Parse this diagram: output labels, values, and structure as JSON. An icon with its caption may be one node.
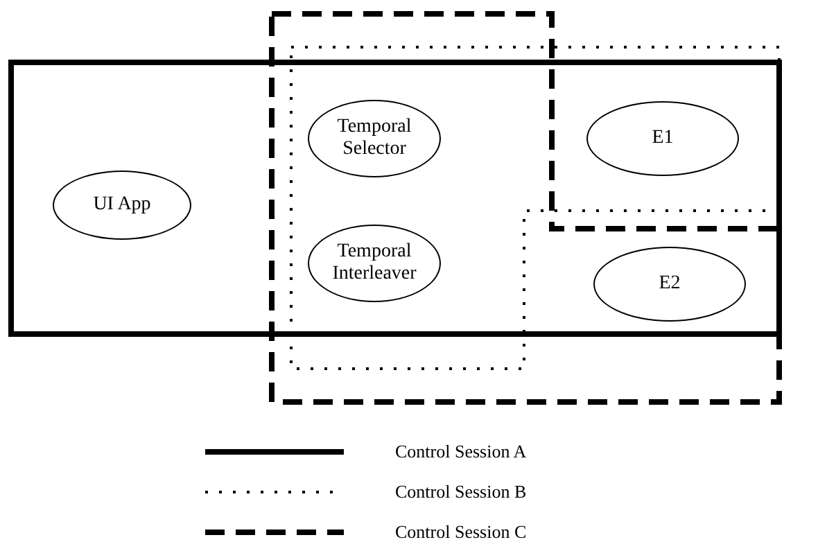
{
  "diagram": {
    "nodes": [
      {
        "text": [
          "UI App"
        ]
      },
      {
        "text": [
          "Temporal Selector"
        ]
      },
      {
        "text": [
          "Temporal Interleaver"
        ]
      },
      {
        "text": [
          "E1"
        ]
      },
      {
        "text": [
          "E2"
        ]
      }
    ],
    "edges": [],
    "legend": [
      {
        "text": "Control Session A"
      },
      {
        "text": "Control Session B"
      },
      {
        "text": "Control Session C"
      }
    ]
  }
}
